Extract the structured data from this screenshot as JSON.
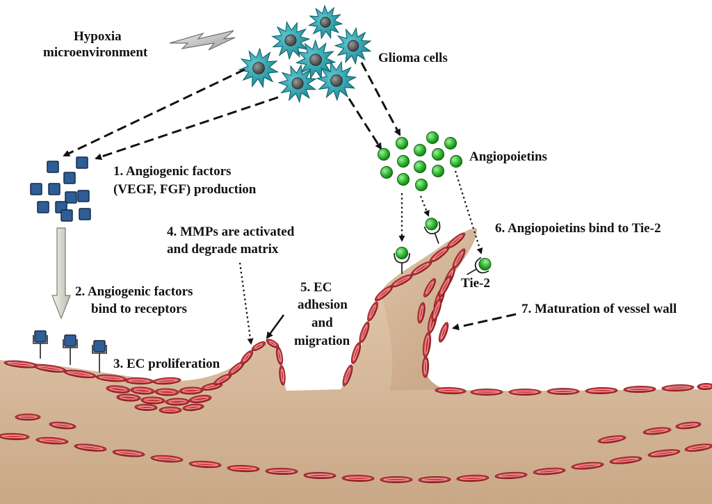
{
  "labels": {
    "hypoxia_line1": "Hypoxia",
    "hypoxia_line2": "microenvironment",
    "glioma": "Glioma cells",
    "angiopoietins": "Angiopoietins",
    "step1_line1": "1. Angiogenic factors",
    "step1_line2": "(VEGF, FGF) production",
    "step2_line1": "2. Angiogenic factors",
    "step2_line2": "bind  to receptors",
    "step3": "3. EC proliferation",
    "step4_line1": "4. MMPs are activated",
    "step4_line2": "and degrade matrix",
    "step5_line1": "5. EC",
    "step5_line2": "adhesion",
    "step5_line3": "and",
    "step5_line4": "migration",
    "step6": "6. Angiopoietins  bind  to Tie-2",
    "tie2": "Tie-2",
    "step7": "7. Maturation  of vessel wall"
  },
  "colors": {
    "tissue": "#dcbfa3",
    "endothelial_cell": "#c8343a",
    "glioma_cell": "#1e9aa7",
    "angiopoietin": "#2fb52f",
    "factor_square": "#2f5d96"
  }
}
